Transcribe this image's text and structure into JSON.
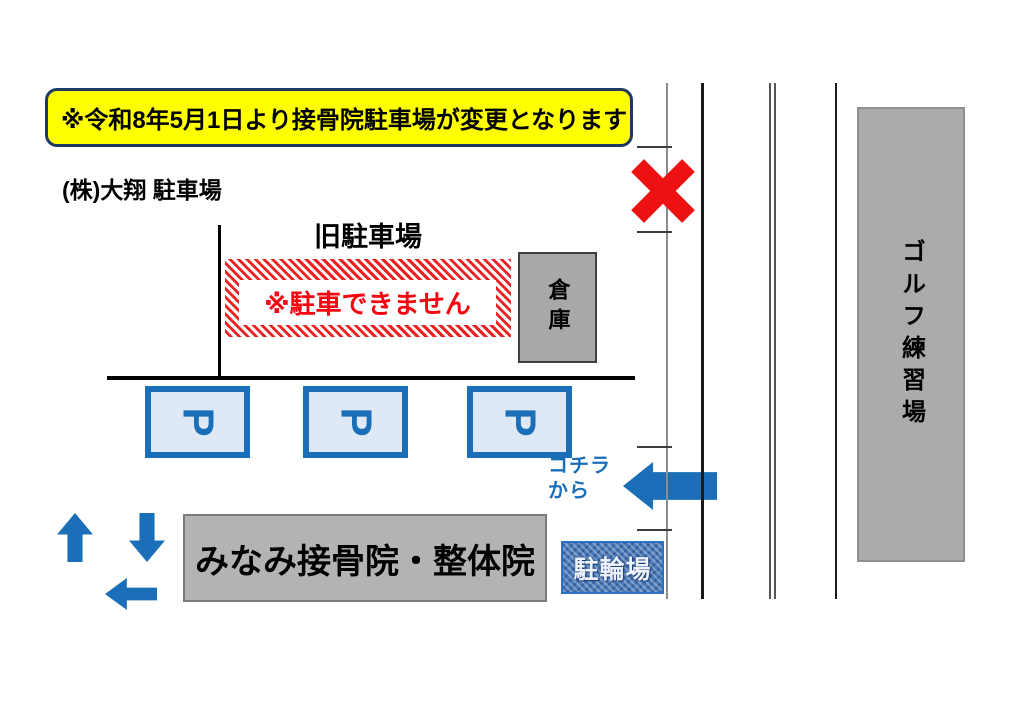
{
  "notice": {
    "text": "※令和8年5月1日より接骨院駐車場が変更となります"
  },
  "map": {
    "company_parking_label": "(株)大翔 駐車場",
    "old_parking": {
      "title": "旧駐車場",
      "no_parking_text": "※駐車できません"
    },
    "warehouse_label": "倉庫",
    "parking_spots": [
      {
        "label": "P"
      },
      {
        "label": "P"
      },
      {
        "label": "P"
      }
    ],
    "entrance": {
      "line1": "コチラ",
      "line2": "から"
    },
    "clinic_label": "みなみ接骨院・整体院",
    "bicycle_parking_label": "駐輪場",
    "golf_label": "ゴルフ練習場"
  },
  "colors": {
    "accent_blue": "#1b6fb8",
    "warning_red": "#ed1111",
    "notice_yellow": "#ffff00",
    "building_gray": "#ababab"
  }
}
